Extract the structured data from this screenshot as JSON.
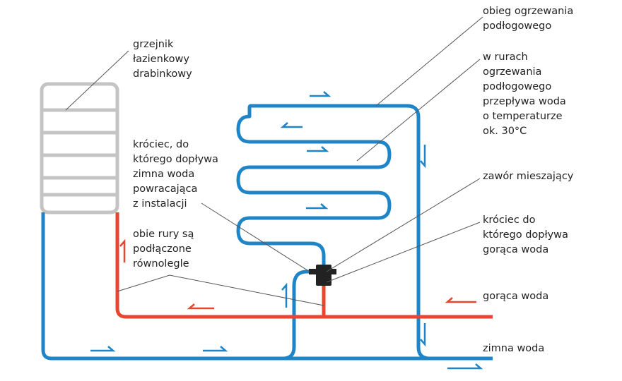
{
  "colors": {
    "cold_pipe": "#1e86c8",
    "hot_pipe": "#e8462f",
    "radiator": "#c4c4c4",
    "leader_line": "#555555",
    "text": "#222222",
    "valve": "#222222"
  },
  "labels": {
    "radiator": [
      "grzejnik",
      "łazienkowy",
      "drabinkowy"
    ],
    "return_inlet": [
      "króciec, do",
      "którego dopływa",
      "zimna woda",
      "powracająca",
      "z instalacji"
    ],
    "parallel_pipes": [
      "obie rury są",
      "podłączone",
      "równolegle"
    ],
    "floor_circuit": [
      "obieg ogrzewania",
      "podłogowego"
    ],
    "water_temp": [
      "w rurach",
      "ogrzewania",
      "podłogowego",
      "przepływa woda",
      "o temperaturze",
      "ok. 30°C"
    ],
    "mixing_valve": [
      "zawór mieszający"
    ],
    "hot_inlet": [
      "króciec do",
      "którego dopływa",
      "gorąca woda"
    ],
    "hot_water": [
      "gorąca woda"
    ],
    "cold_water": [
      "zimna woda"
    ]
  }
}
